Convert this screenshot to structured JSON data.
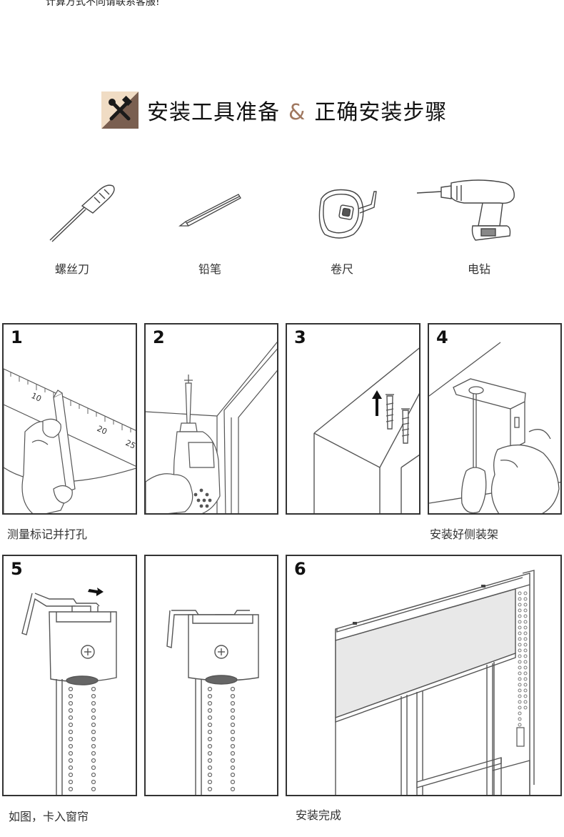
{
  "top_note": "计算方式不同请联系客服!",
  "header": {
    "part1": "安装工具准备",
    "amp": "&",
    "part2": "正确安装步骤"
  },
  "tools": [
    {
      "label": "螺丝刀",
      "icon": "screwdriver-icon"
    },
    {
      "label": "铅笔",
      "icon": "pencil-icon"
    },
    {
      "label": "卷尺",
      "icon": "tape-measure-icon"
    },
    {
      "label": "电钻",
      "icon": "drill-icon"
    }
  ],
  "steps": [
    {
      "number": "1"
    },
    {
      "number": "2"
    },
    {
      "number": "3"
    },
    {
      "number": "4"
    },
    {
      "number": "5"
    },
    {
      "number": "6"
    }
  ],
  "ruler_ticks": [
    "10",
    "20",
    "25"
  ],
  "captions": {
    "row1_left": "测量标记并打孔",
    "row1_right": "安装好侧装架",
    "row2_left": "如图，卡入窗帘",
    "row2_right": "安装完成"
  }
}
